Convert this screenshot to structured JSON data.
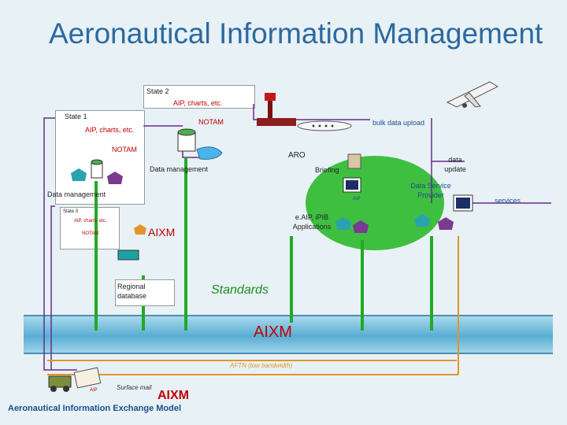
{
  "title": "Aeronautical Information Management",
  "state2": {
    "name": "State 2",
    "aip": "AIP, charts, etc.",
    "notam": "NOTAM"
  },
  "state1": {
    "name": "State 1",
    "aip": "AIP, charts, etc.",
    "notam": "NOTAM",
    "data_mgmt": "Data management"
  },
  "state2_data_mgmt": "Data management",
  "state3": {
    "name": "State 3",
    "aip": "AIP, charts, etc.",
    "notam": "NOTAM"
  },
  "labels": {
    "bulk_upload": "bulk data upload",
    "aro": "ARO",
    "briefing": "Briefing",
    "aip_small": "AIP",
    "data_update": "data update",
    "dsp": "Data Service Provider",
    "services": "services",
    "eaip": "e.AIP, iPIB Applications",
    "aixm_mid": "AIXM",
    "regional_db": "Regional database",
    "standards": "Standards",
    "aixm_band": "AIXM",
    "aftn": "AFTN (low bandwidth)",
    "surface_mail": "Surface mail",
    "aip_mail": "AIP",
    "aixm_logo": "AIXM",
    "aixm_model": "Aeronautical Information Exchange Model"
  },
  "colors": {
    "title": "#2c6aa0",
    "flow_green": "#22aa22",
    "link_purple": "#6b2a8a",
    "label_red": "#c00000",
    "line_orange": "#e0962a"
  }
}
